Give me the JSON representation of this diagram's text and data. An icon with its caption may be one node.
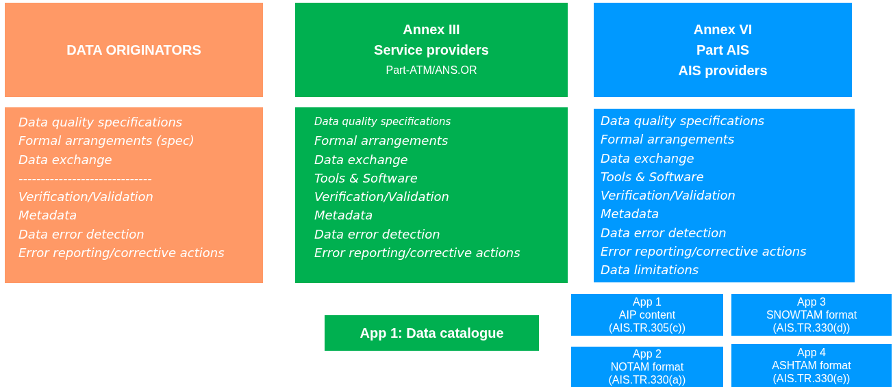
{
  "diagram": {
    "nodes": [
      {
        "text": [
          "DATA ORIGINATORS"
        ]
      },
      {
        "text": [
          "Annex III",
          "Service providers",
          "Part-ATM/ANS.OR"
        ]
      },
      {
        "text": [
          "Annex VI",
          "Part AIS",
          "AIS providers"
        ]
      },
      {
        "text": [
          "Data quality specifications",
          "Formal arrangements (spec)",
          "Data exchange",
          "------------------------------",
          "Verification/Validation",
          "Metadata",
          "Data error detection",
          "Error reporting/corrective actions"
        ]
      },
      {
        "text": [
          "Data quality specifications",
          "Formal arrangements",
          "Data exchange",
          "Tools & Software",
          "Verification/Validation",
          "Metadata",
          "Data error detection",
          "Error reporting/corrective actions"
        ]
      },
      {
        "text": [
          "Data quality specifications",
          "Formal arrangements",
          "Data exchange",
          "Tools & Software",
          "Verification/Validation",
          "Metadata",
          "Data error detection",
          "Error reporting/corrective actions",
          "Data limitations"
        ]
      },
      {
        "text": [
          "App 1: Data catalogue"
        ]
      },
      {
        "text": [
          "App 1",
          "AIP content",
          "(AIS.TR.305(c))"
        ]
      },
      {
        "text": [
          "App 3",
          "SNOWTAM format",
          "(AIS.TR.330(d))"
        ]
      },
      {
        "text": [
          "App 2",
          "NOTAM format",
          "(AIS.TR.330(a))"
        ]
      },
      {
        "text": [
          "App 4",
          "ASHTAM format",
          "(AIS.TR.330(e))"
        ]
      }
    ]
  }
}
